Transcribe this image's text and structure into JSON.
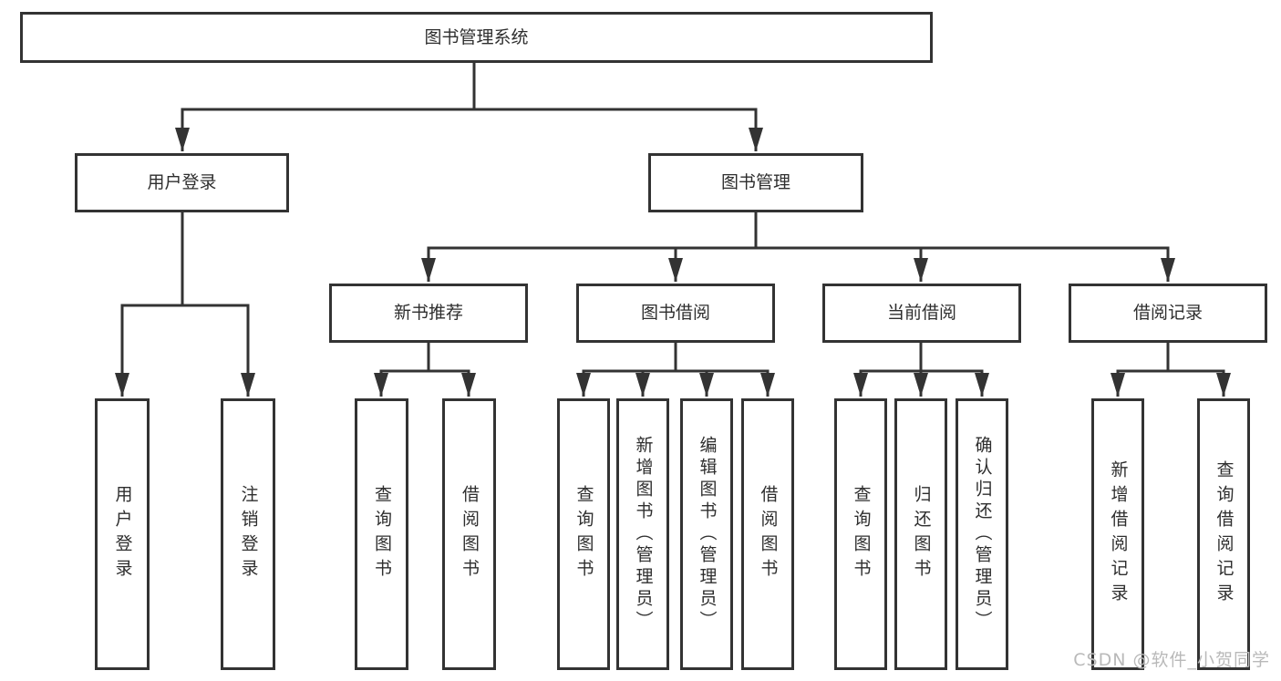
{
  "diagram": {
    "type": "hierarchy-tree",
    "root": {
      "label": "图书管理系统"
    },
    "level2": [
      {
        "label": "用户登录"
      },
      {
        "label": "图书管理"
      }
    ],
    "level3": [
      {
        "label": "新书推荐"
      },
      {
        "label": "图书借阅"
      },
      {
        "label": "当前借阅"
      },
      {
        "label": "借阅记录"
      }
    ],
    "leaves": {
      "user_login": [
        {
          "label": "用户登录"
        },
        {
          "label": "注销登录"
        }
      ],
      "new_book_recommend": [
        {
          "label": "查询图书"
        },
        {
          "label": "借阅图书"
        }
      ],
      "book_borrow": [
        {
          "label": "查询图书"
        },
        {
          "label": "新增图书（管理员）"
        },
        {
          "label": "编辑图书（管理员）"
        },
        {
          "label": "借阅图书"
        }
      ],
      "current_borrow": [
        {
          "label": "查询图书"
        },
        {
          "label": "归还图书"
        },
        {
          "label": "确认归还（管理员）"
        }
      ],
      "borrow_record": [
        {
          "label": "新增借阅记录"
        },
        {
          "label": "查询借阅记录"
        }
      ]
    }
  },
  "watermark": {
    "text": "CSDN @软件_小贺同学"
  },
  "colors": {
    "line": "#333333",
    "box_border": "#333333",
    "box_fill": "#ffffff",
    "text": "#2e2e2e",
    "background": "#ffffff",
    "watermark": "#b9b9b9"
  }
}
